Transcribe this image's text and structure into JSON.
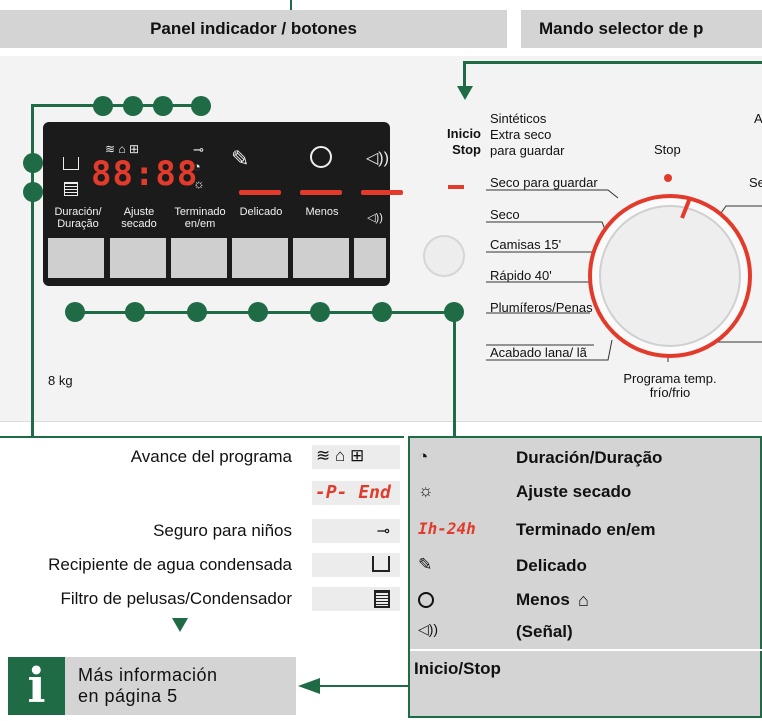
{
  "headers": {
    "left": "Panel indicador / botones",
    "right": "Mando selector de p"
  },
  "panel": {
    "display": "88:88",
    "buttons": [
      {
        "label": "Duración/ Duração"
      },
      {
        "label": "Ajuste secado"
      },
      {
        "label": "Terminado en/em"
      },
      {
        "label": "Delicado"
      },
      {
        "label": "Menos"
      },
      {
        "label": "◁))"
      }
    ],
    "capacity": "8 kg"
  },
  "start_stop": {
    "label_line1": "Inicio",
    "label_line2": "Stop"
  },
  "dial": {
    "programs_left": [
      {
        "text": "Sintéticos"
      },
      {
        "text": "Extra seco"
      },
      {
        "text": "para guardar"
      },
      {
        "text": "Seco para guardar"
      },
      {
        "text": "Seco"
      },
      {
        "text": "Camisas 15'"
      },
      {
        "text": "Rápido 40'"
      },
      {
        "text": "Plumíferos/Penas"
      },
      {
        "text": "Acabado lana/ lã"
      }
    ],
    "stop": "Stop",
    "bottom_line1": "Programa temp.",
    "bottom_line2": "frío/frio",
    "right_partial_a": "A",
    "right_partial_b": "Se"
  },
  "legend_left": [
    {
      "text": "Avance del programa",
      "symbol": "progress-icons"
    },
    {
      "text": "",
      "symbol": "-P- End"
    },
    {
      "text": "Seguro para niños",
      "symbol": "key-icon"
    },
    {
      "text": "Recipiente de agua condensada",
      "symbol": "tank-icon"
    },
    {
      "text": "Filtro de pelusas/Condensador",
      "symbol": "filter-icon"
    }
  ],
  "legend_right": [
    {
      "text": "Duración/Duração"
    },
    {
      "text": "Ajuste secado"
    },
    {
      "text": "Terminado en/em",
      "symbol": "Ih-24h"
    },
    {
      "text": "Delicado"
    },
    {
      "text": "Menos"
    },
    {
      "text": "(Señal)"
    }
  ],
  "legend_right_footer": "Inicio/Stop",
  "info": {
    "line1": "Más información",
    "line2": "en página 5",
    "icon": "i"
  }
}
